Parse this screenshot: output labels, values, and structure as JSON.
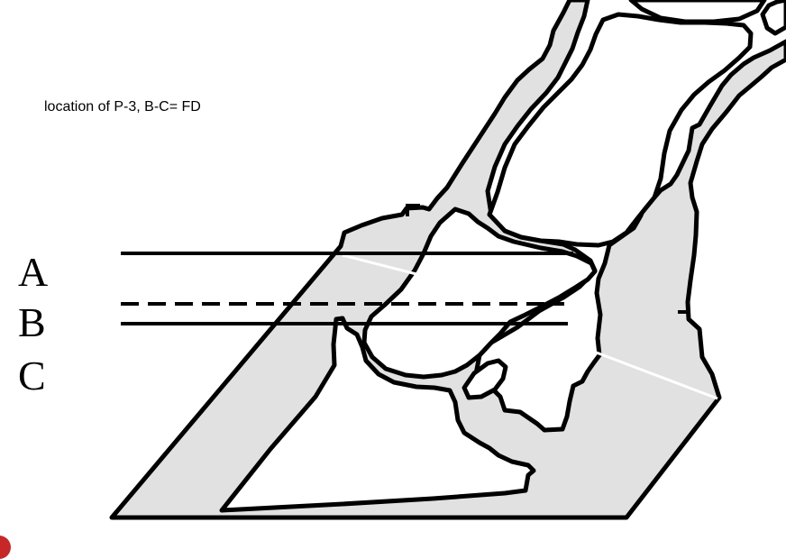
{
  "caption": "location of P-3, B-C= FD",
  "levels": [
    {
      "label": "A",
      "line_style": "solid"
    },
    {
      "label": "B",
      "line_style": "dashed"
    },
    {
      "label": "C",
      "line_style": "solid"
    }
  ],
  "colors": {
    "bone_fill": "#e1e1e1",
    "outline": "#000000",
    "background": "#ffffff",
    "logo": "#c62828"
  }
}
